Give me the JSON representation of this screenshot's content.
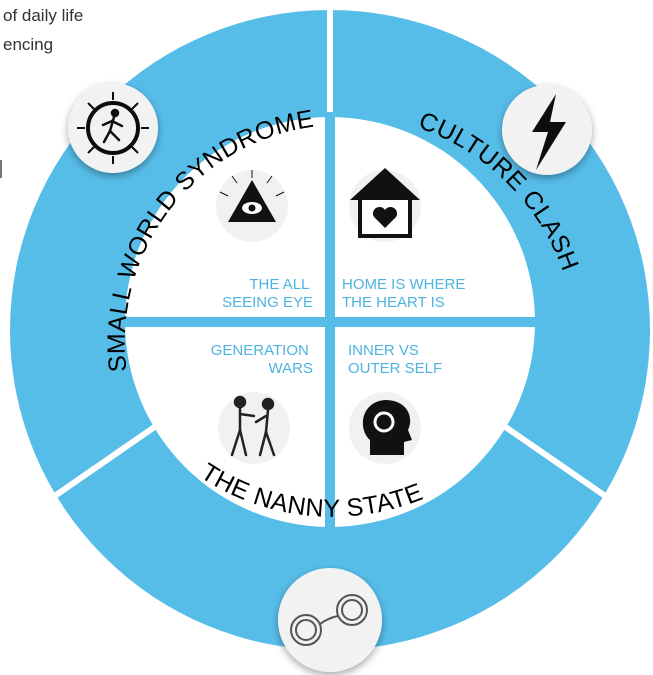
{
  "intro_text": {
    "line1": "of daily life",
    "line2": "encing"
  },
  "ring_labels": {
    "top_left": "SMALL WORLD SYNDROME",
    "top_right": "CULTURE CLASH",
    "bottom": "THE NANNY STATE"
  },
  "quadrants": {
    "top_left": {
      "line1": "THE ALL",
      "line2": "SEEING EYE",
      "icon": "all-seeing-eye-icon"
    },
    "top_right": {
      "line1": "HOME IS WHERE",
      "line2": "THE HEART IS",
      "icon": "house-heart-icon"
    },
    "bottom_left": {
      "line1": "GENERATION",
      "line2": "WARS",
      "icon": "boxers-icon"
    },
    "bottom_right": {
      "line1": "INNER VS",
      "line2": "OUTER SELF",
      "icon": "head-silhouette-icon"
    }
  },
  "badges": {
    "top_left": "running-globe-icon",
    "top_right": "lightning-bolt-icon",
    "bottom": "handcuffs-icon"
  },
  "colors": {
    "ring": "#56bde9",
    "quad_text": "#4db3e0",
    "divider": "#ffffff",
    "badge_bg": "#f2f2f2"
  }
}
